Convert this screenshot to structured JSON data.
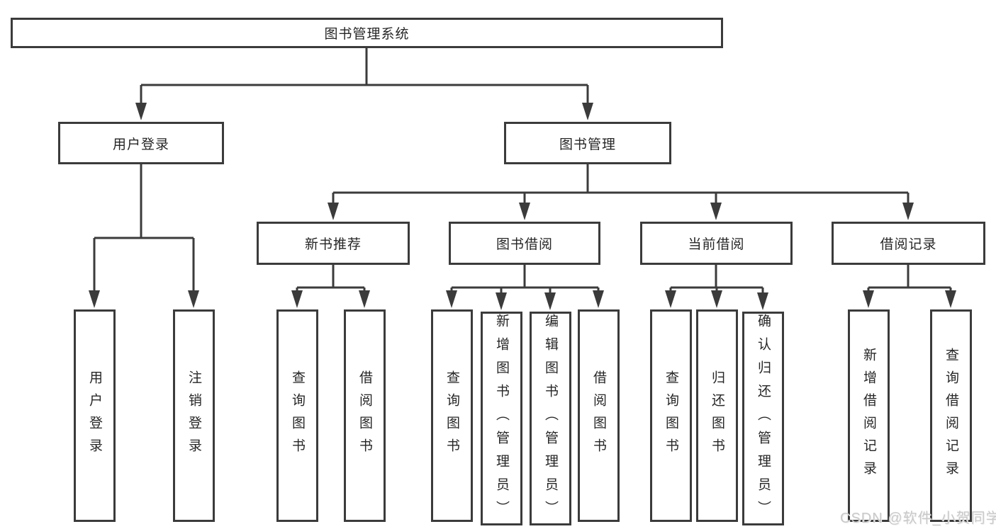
{
  "tree": {
    "root": {
      "label": "图书管理系统"
    },
    "children": [
      {
        "label": "用户登录",
        "children": [
          {
            "label": "用户登录"
          },
          {
            "label": "注销登录"
          }
        ]
      },
      {
        "label": "图书管理",
        "children": [
          {
            "label": "新书推荐",
            "children": [
              {
                "label": "查询图书"
              },
              {
                "label": "借阅图书"
              }
            ]
          },
          {
            "label": "图书借阅",
            "children": [
              {
                "label": "查询图书"
              },
              {
                "label": "新增图书（管理员）"
              },
              {
                "label": "编辑图书（管理员）"
              },
              {
                "label": "借阅图书"
              }
            ]
          },
          {
            "label": "当前借阅",
            "children": [
              {
                "label": "查询图书"
              },
              {
                "label": "归还图书"
              },
              {
                "label": "确认归还（管理员）"
              }
            ]
          },
          {
            "label": "借阅记录",
            "children": [
              {
                "label": "新增借阅记录"
              },
              {
                "label": "查询借阅记录"
              }
            ]
          }
        ]
      }
    ]
  },
  "watermark": {
    "text": "CSDN @软件_小贺同学"
  },
  "colors": {
    "line": "#3b3b3b",
    "box_border": "#3b3b3b",
    "text": "#262626",
    "watermark": "#c9c9c9",
    "background": "#ffffff"
  }
}
